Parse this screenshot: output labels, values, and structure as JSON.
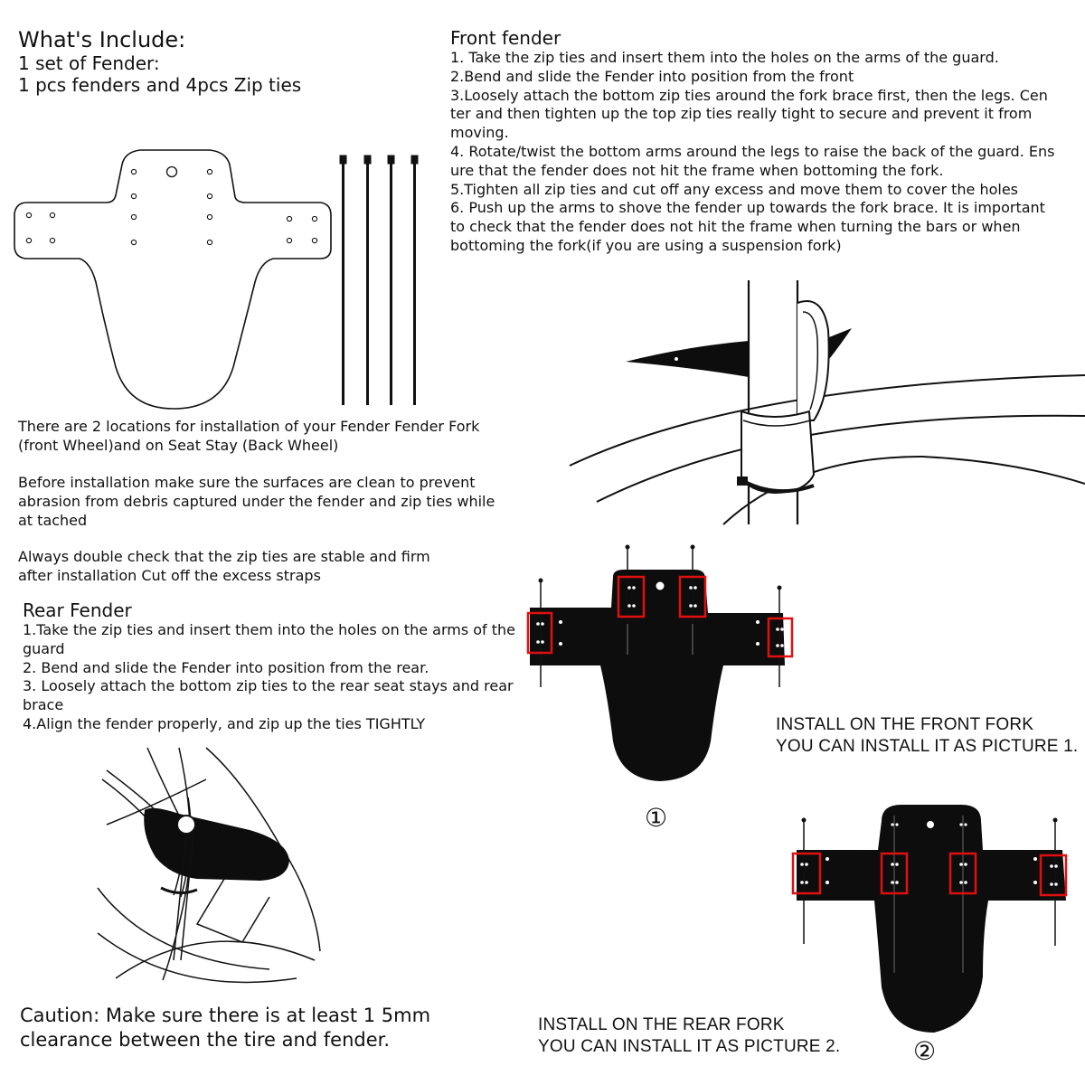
{
  "whats_include": {
    "title": "What's Include:",
    "line1": "1 set of Fender:",
    "line2": "1 pcs fenders and 4pcs Zip ties"
  },
  "front_fender": {
    "title": "Front fender",
    "steps": [
      "1. Take the zip ties and insert them into the holes on the arms of the guard.",
      "2.Bend and slide the Fender into position from the front",
      "3.Loosely attach the bottom zip ties around the fork brace first, then the legs. Cen\nter and then tighten up the top zip ties really tight to secure and prevent it from\nmoving.",
      "4. Rotate/twist the bottom arms around the legs to raise the back of the guard. Ens\nure that the fender does not hit the frame when bottoming the fork.",
      "5.Tighten all zip ties and cut off any excess and move them to cover the holes",
      "6. Push up the arms to shove the fender up towards the fork brace. It is important\nto check that the fender does not hit the frame when turning the bars or when\nbottoming the fork(if you are using a suspension fork)"
    ]
  },
  "notes": {
    "locations": "There are 2 locations for installation of your Fender Fender Fork\n(front Wheel)and on Seat Stay (Back Wheel)",
    "clean": "Before installation make sure the surfaces are clean to prevent\nabrasion from debris captured under the fender and zip ties while\nat tached",
    "check": "Always double check that the zip ties are stable and firm\nafter installation Cut off the excess straps"
  },
  "rear_fender": {
    "title": "Rear Fender",
    "steps": [
      "1.Take the zip ties and insert them into the holes on the arms of the\nguard",
      "2. Bend and slide the Fender into position from the rear.",
      "3. Loosely attach the bottom zip ties to the rear seat stays and rear\nbrace",
      "4.Align the fender properly, and zip up the ties TIGHTLY"
    ]
  },
  "install_front": {
    "line1": "INSTALL ON THE FRONT FORK",
    "line2": "YOU CAN INSTALL IT AS PICTURE 1.",
    "number": "①"
  },
  "install_rear": {
    "line1": "INSTALL ON THE REAR FORK",
    "line2": "YOU CAN INSTALL IT AS PICTURE 2.",
    "number": "②"
  },
  "caution": "Caution: Make sure there is at least 1 5mm\nclearance between the tire and fender.",
  "colors": {
    "text": "#111111",
    "fender": "#0d0d0d",
    "highlight": "#e01010"
  }
}
